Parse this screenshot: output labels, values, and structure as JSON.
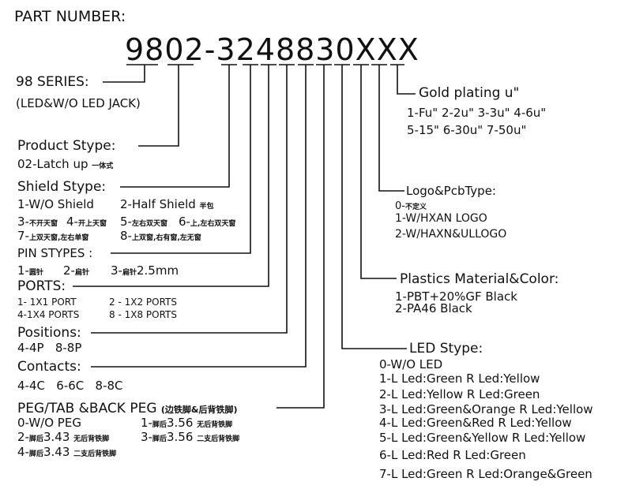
{
  "title": "PART NUMBER:",
  "part_number": "9802-3248830XXX",
  "series": {
    "label": "98 SERIES:",
    "desc": "(LED&W/O LED JACK)"
  },
  "product": {
    "label": "Product Stype:",
    "opt": "02-Latch up",
    "opt_cn": "一体式"
  },
  "shield": {
    "label": "Shield Stype:",
    "o1": "1-W/O Shield",
    "o2": "2-Half Shield",
    "o2_cn": "半包",
    "o3": "3-",
    "o3_cn": "不开天窗",
    "o4": "4-",
    "o4_cn": "开上天窗",
    "o5": "5-",
    "o5_cn": "左右双天窗",
    "o6": "6-",
    "o6_cn": "上,左右双天窗",
    "o7": "7-",
    "o7_cn": "上双天窗,左右单窗",
    "o8": "8-",
    "o8_cn": "上双窗,右有窗,左无窗"
  },
  "pin": {
    "label": "PIN STYPES :",
    "o1": "1-",
    "o1_cn": "圆针",
    "o2": "2-",
    "o2_cn": "扁针",
    "o3": "3-",
    "o3_cn": "扁针",
    "o3_tail": "2.5mm"
  },
  "ports": {
    "label": "PORTS:",
    "o1": "1- 1X1 PORT",
    "o2": "2 - 1X2 PORTS",
    "o3": "4-1X4 PORTS",
    "o4": "8 - 1X8 PORTS"
  },
  "positions": {
    "label": "Positions:",
    "opts": "4-4P   8-8P"
  },
  "contacts": {
    "label": "Contacts:",
    "opts": "4-4C   6-6C   8-8C"
  },
  "peg": {
    "label": "PEG/TAB &BACK PEG",
    "label_cn": "(边铁脚&后背铁脚)",
    "o0": "0-W/O PEG",
    "o1": "1-",
    "o1_cn": "脚后",
    "o1_val": "3.56",
    "o1_note": "无后背铁脚",
    "o2": "2-",
    "o2_cn": "脚后",
    "o2_val": "3.43",
    "o2_note": "无后背铁脚",
    "o3": "3-",
    "o3_cn": "脚后",
    "o3_val": "3.56",
    "o3_note": "二支后背铁脚",
    "o4": "4-",
    "o4_cn": "脚后",
    "o4_val": "3.43",
    "o4_note": "二支后背铁脚"
  },
  "gold": {
    "label": "Gold plating u\"",
    "row1": "1-Fu\" 2-2u\" 3-3u\" 4-6u\"",
    "row2": "5-15\" 6-30u\" 7-50u\""
  },
  "logo": {
    "label": "Logo&PcbType:",
    "o0": "0-",
    "o0_cn": "不定义",
    "o1": "1-W/HXAN LOGO",
    "o2": "2-W/HAXN&ULLOGO"
  },
  "plastics": {
    "label": "Plastics Material&Color:",
    "o1": "1-PBT+20%GF Black",
    "o2": "2-PA46 Black"
  },
  "led": {
    "label": "LED Stype:",
    "opts": [
      "0-W/O LED",
      "1-L Led:Green R Led:Yellow",
      "2-L Led:Yellow R Led:Green",
      "3-L Led:Green&Orange R Led:Yellow",
      "4-L Led:Green&Red R Led:Yellow",
      "5-L Led:Green&Yellow R Led:Yellow",
      "6-L Led:Red R Led:Green",
      "7-L Led:Green R Led:Orange&Green"
    ]
  }
}
